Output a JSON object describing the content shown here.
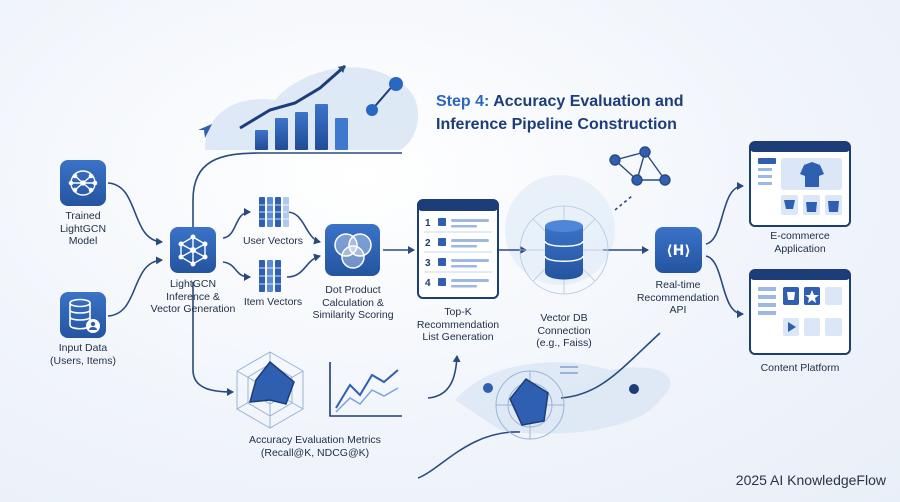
{
  "title": {
    "step": "Step 4:",
    "line1": "Accuracy Evaluation and",
    "line2": "Inference Pipeline Construction"
  },
  "nodes": {
    "trained_model": [
      "Trained",
      "LightGCN",
      "Model"
    ],
    "input_data": [
      "Input Data",
      "(Users, Items)"
    ],
    "inference": [
      "LightGCN",
      "Inference &",
      "Vector Generation"
    ],
    "user_vectors": [
      "User Vectors"
    ],
    "item_vectors": [
      "Item Vectors"
    ],
    "dot_product": [
      "Dot Product",
      "Calculation &",
      "Similarity Scoring"
    ],
    "topk": [
      "Top-K",
      "Recommendation",
      "List Generation"
    ],
    "vector_db": [
      "Vector DB",
      "Connection",
      "(e.g., Faiss)"
    ],
    "api": [
      "Real-time",
      "Recommendation",
      "API"
    ],
    "ecommerce": [
      "E-commerce",
      "Application"
    ],
    "content": [
      "Content Platform"
    ],
    "metrics": [
      "Accuracy Evaluation Metrics",
      "(Recall@K, NDCG@K)"
    ]
  },
  "topk_ranks": [
    "1",
    "2",
    "3",
    "4"
  ],
  "api_symbol": "⟨H⟩",
  "footer": "2025 AI KnowledgeFlow",
  "colors": {
    "primary": "#2f5fb0",
    "accent": "#2a66c4",
    "navy": "#1d3d78",
    "wire": "#2b4a7c"
  }
}
